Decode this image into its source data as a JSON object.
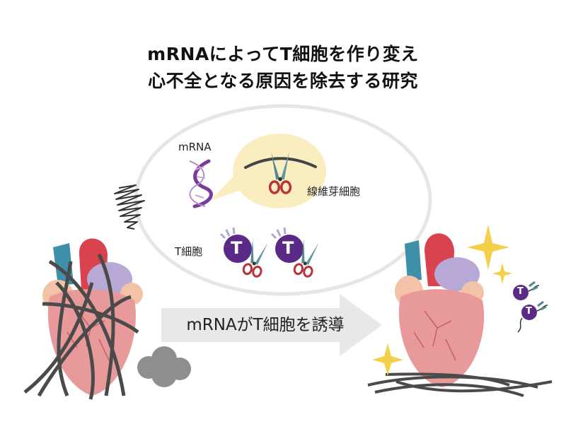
{
  "title": {
    "line1": "mRNAによってT細胞を作り変え",
    "line2": "心不全となる原因を除去する研究"
  },
  "labels": {
    "mrna": "mRNA",
    "fibroblast": "線維芽細胞",
    "tcell": "T細胞",
    "arrow": "mRNAがT細胞を誘導"
  },
  "badges": {
    "t_letter": "T"
  },
  "colors": {
    "heart_pink": "#e89a9a",
    "aorta_red": "#d9434d",
    "vessel_blue": "#3f8fa8",
    "lavender": "#b7a8d6",
    "tcell_purple": "#5a2a86",
    "scissor_blade": "#4f8a92",
    "scissor_handle": "#b8323a",
    "speech_yellow": "#faeec0",
    "sparkle": "#f4d04a",
    "arrow_gray": "#e8e8e8"
  }
}
